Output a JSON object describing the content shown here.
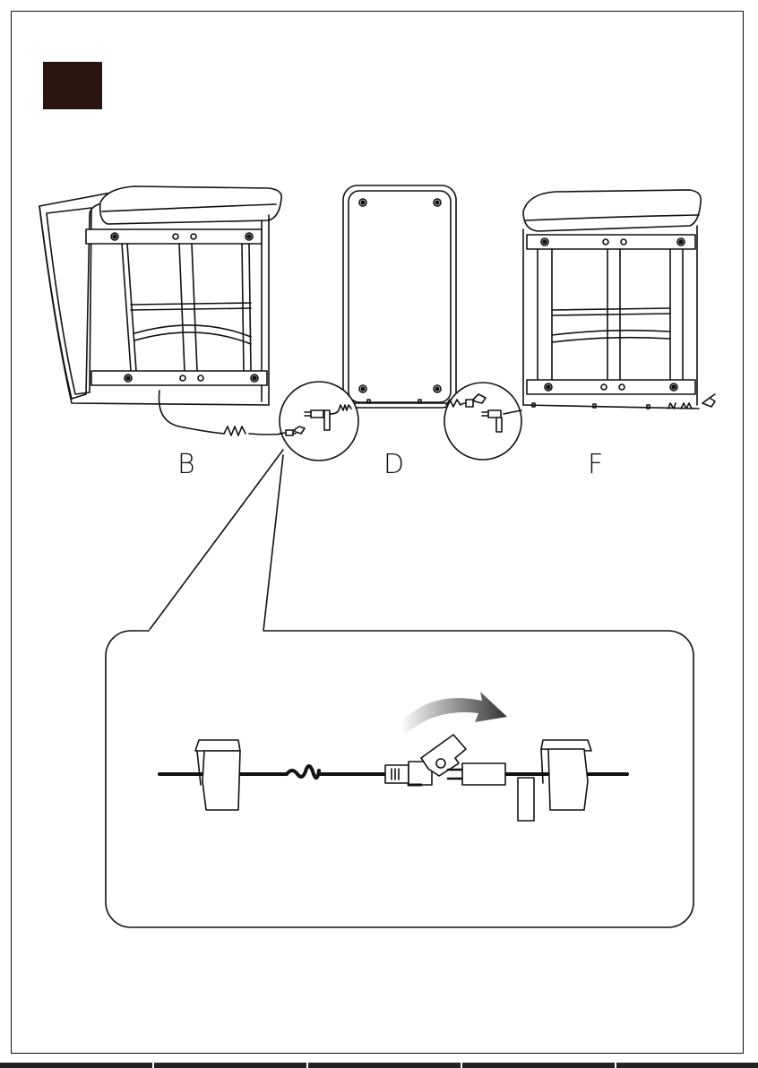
{
  "labels": {
    "module_b": "B",
    "module_d": "D",
    "module_f": "F"
  },
  "colors": {
    "ink": "#111111",
    "step_badge": "#2a1410"
  }
}
